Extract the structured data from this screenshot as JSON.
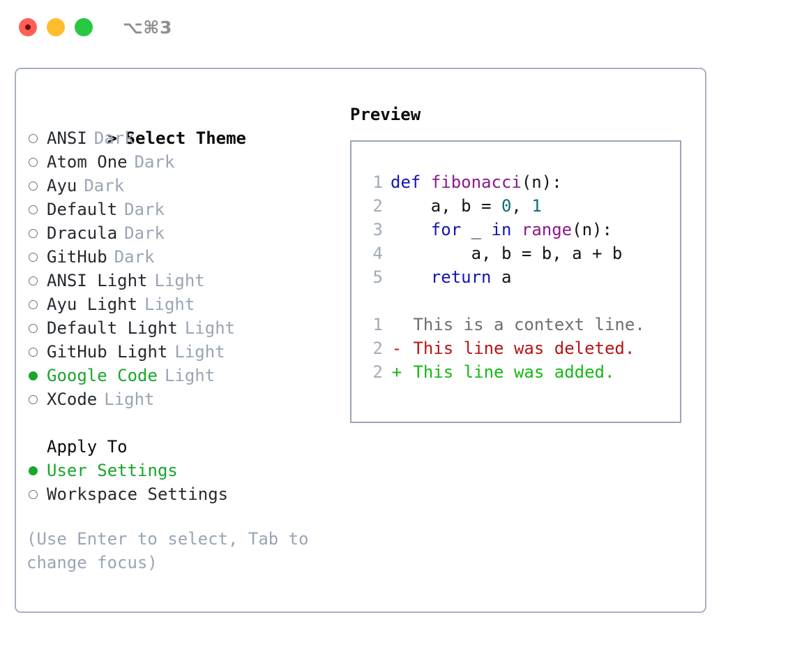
{
  "titlebar": {
    "shortcut": "⌥⌘3",
    "lights": [
      "close",
      "minimize",
      "maximize"
    ]
  },
  "left": {
    "header": {
      "caret": ">",
      "title": "Select Theme"
    },
    "themes": [
      {
        "name": "ANSI",
        "badge": "Dark",
        "selected": false
      },
      {
        "name": "Atom One",
        "badge": "Dark",
        "selected": false
      },
      {
        "name": "Ayu",
        "badge": "Dark",
        "selected": false
      },
      {
        "name": "Default",
        "badge": "Dark",
        "selected": false
      },
      {
        "name": "Dracula",
        "badge": "Dark",
        "selected": false
      },
      {
        "name": "GitHub",
        "badge": "Dark",
        "selected": false
      },
      {
        "name": "ANSI Light",
        "badge": "Light",
        "selected": false
      },
      {
        "name": "Ayu Light",
        "badge": "Light",
        "selected": false
      },
      {
        "name": "Default Light",
        "badge": "Light",
        "selected": false
      },
      {
        "name": "GitHub Light",
        "badge": "Light",
        "selected": false
      },
      {
        "name": "Google Code",
        "badge": "Light",
        "selected": true
      },
      {
        "name": "XCode",
        "badge": "Light",
        "selected": false
      }
    ],
    "apply_to": {
      "label": "Apply To",
      "options": [
        {
          "name": "User Settings",
          "selected": true
        },
        {
          "name": "Workspace Settings",
          "selected": false
        }
      ]
    },
    "hint": "(Use Enter to select, Tab to change focus)"
  },
  "right": {
    "preview_title": "Preview",
    "code": [
      {
        "ln": "1",
        "tokens": [
          {
            "t": "def",
            "c": "kw"
          },
          {
            "t": " ",
            "c": "plain"
          },
          {
            "t": "fibonacci",
            "c": "fn"
          },
          {
            "t": "(n):",
            "c": "punc"
          }
        ]
      },
      {
        "ln": "2",
        "tokens": [
          {
            "t": "    a, b = ",
            "c": "plain"
          },
          {
            "t": "0",
            "c": "num"
          },
          {
            "t": ", ",
            "c": "plain"
          },
          {
            "t": "1",
            "c": "num"
          }
        ]
      },
      {
        "ln": "3",
        "tokens": [
          {
            "t": "    ",
            "c": "plain"
          },
          {
            "t": "for",
            "c": "kw"
          },
          {
            "t": " _ ",
            "c": "plain"
          },
          {
            "t": "in",
            "c": "kw"
          },
          {
            "t": " ",
            "c": "plain"
          },
          {
            "t": "range",
            "c": "fn"
          },
          {
            "t": "(n):",
            "c": "punc"
          }
        ]
      },
      {
        "ln": "4",
        "tokens": [
          {
            "t": "        a, b = b, a + b",
            "c": "plain"
          }
        ]
      },
      {
        "ln": "5",
        "tokens": [
          {
            "t": "    ",
            "c": "plain"
          },
          {
            "t": "return",
            "c": "kw"
          },
          {
            "t": " a",
            "c": "plain"
          }
        ]
      }
    ],
    "diff": [
      {
        "ln": "1",
        "marker": " ",
        "text": "This is a context line.",
        "kind": "ctx"
      },
      {
        "ln": "2",
        "marker": "-",
        "text": "This line was deleted.",
        "kind": "del"
      },
      {
        "ln": "2",
        "marker": "+",
        "text": "This line was added.",
        "kind": "add"
      }
    ]
  },
  "colors": {
    "accent_green": "#19a62c",
    "badge_gray": "#9aa5b4",
    "panel_border": "#a7b1bf",
    "keyword_blue": "#1414b4",
    "function_purple": "#8b1a8b",
    "number_teal": "#0b7070",
    "diff_deleted_red": "#b81414",
    "diff_added_green": "#14b814",
    "traffic_red": "#ff5f57",
    "traffic_yellow": "#ffbd2e",
    "traffic_green": "#28c840"
  }
}
